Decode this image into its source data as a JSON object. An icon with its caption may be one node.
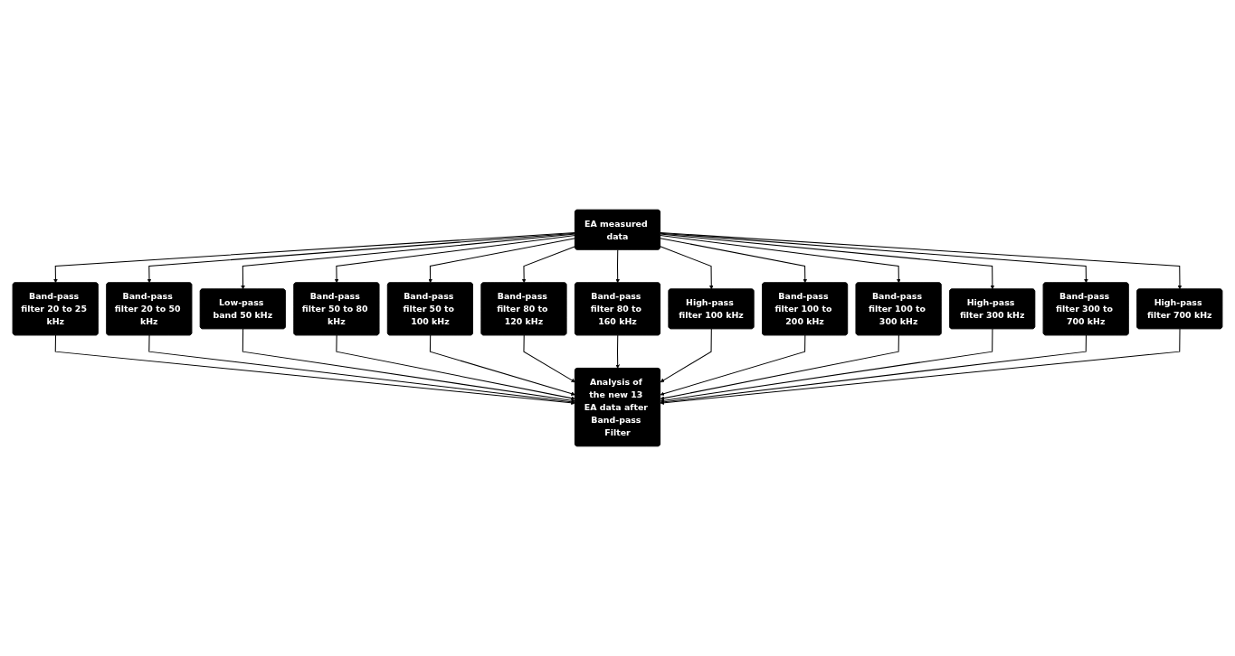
{
  "diagram": {
    "nodes": [
      {
        "text": [
          "EA measured data"
        ]
      },
      {
        "text": [
          "Band-pass filter 20 to 25 kHz"
        ]
      },
      {
        "text": [
          "Low-pass band 50 kHz"
        ]
      },
      {
        "text": [
          "Band-pass filter 50 to 100 kHz"
        ]
      },
      {
        "text": [
          "Band-pass filter 80 to 160 kHz"
        ]
      },
      {
        "text": [
          "Band-pass filter 100 to 200 kHz"
        ]
      },
      {
        "text": [
          "High-pass filter 300 kHz"
        ]
      },
      {
        "text": [
          "High-pass filter 700 kHz"
        ]
      },
      {
        "text": [
          "Band-pass filter 20 to 50 kHz"
        ]
      },
      {
        "text": [
          "Band-pass filter 50 to 80 kHz"
        ]
      },
      {
        "text": [
          "Band-pass filter 80 to 120 kHz"
        ]
      },
      {
        "text": [
          "High-pass filter 100 kHz"
        ]
      },
      {
        "text": [
          "Band-pass filter 100 to 300 kHz"
        ]
      },
      {
        "text": [
          "Band-pass filter 300 to 700 kHz"
        ]
      },
      {
        "text": [
          "Analysis of the new 13 EA data after Band-pass Filter"
        ]
      }
    ],
    "edges": [
      {
        "from": 0,
        "to": 1,
        "arrow": "to"
      },
      {
        "from": 0,
        "to": 8,
        "arrow": "to"
      },
      {
        "from": 0,
        "to": 2,
        "arrow": "to"
      },
      {
        "from": 0,
        "to": 9,
        "arrow": "to"
      },
      {
        "from": 0,
        "to": 3,
        "arrow": "to"
      },
      {
        "from": 0,
        "to": 10,
        "arrow": "to"
      },
      {
        "from": 0,
        "to": 4,
        "arrow": "to"
      },
      {
        "from": 0,
        "to": 11,
        "arrow": "to"
      },
      {
        "from": 0,
        "to": 5,
        "arrow": "to"
      },
      {
        "from": 0,
        "to": 12,
        "arrow": "to"
      },
      {
        "from": 0,
        "to": 6,
        "arrow": "to"
      },
      {
        "from": 0,
        "to": 13,
        "arrow": "to"
      },
      {
        "from": 0,
        "to": 7,
        "arrow": "to"
      },
      {
        "from": 1,
        "to": 14,
        "arrow": "to"
      },
      {
        "from": 8,
        "to": 14,
        "arrow": "to"
      },
      {
        "from": 2,
        "to": 14,
        "arrow": "to"
      },
      {
        "from": 9,
        "to": 14,
        "arrow": "to"
      },
      {
        "from": 3,
        "to": 14,
        "arrow": "to"
      },
      {
        "from": 10,
        "to": 14,
        "arrow": "to"
      },
      {
        "from": 4,
        "to": 14,
        "arrow": "to"
      },
      {
        "from": 11,
        "to": 14,
        "arrow": "to"
      },
      {
        "from": 5,
        "to": 14,
        "arrow": "to"
      },
      {
        "from": 12,
        "to": 14,
        "arrow": "to"
      },
      {
        "from": 6,
        "to": 14,
        "arrow": "to"
      },
      {
        "from": 13,
        "to": 14,
        "arrow": "to"
      },
      {
        "from": 7,
        "to": 14,
        "arrow": "to"
      }
    ]
  }
}
